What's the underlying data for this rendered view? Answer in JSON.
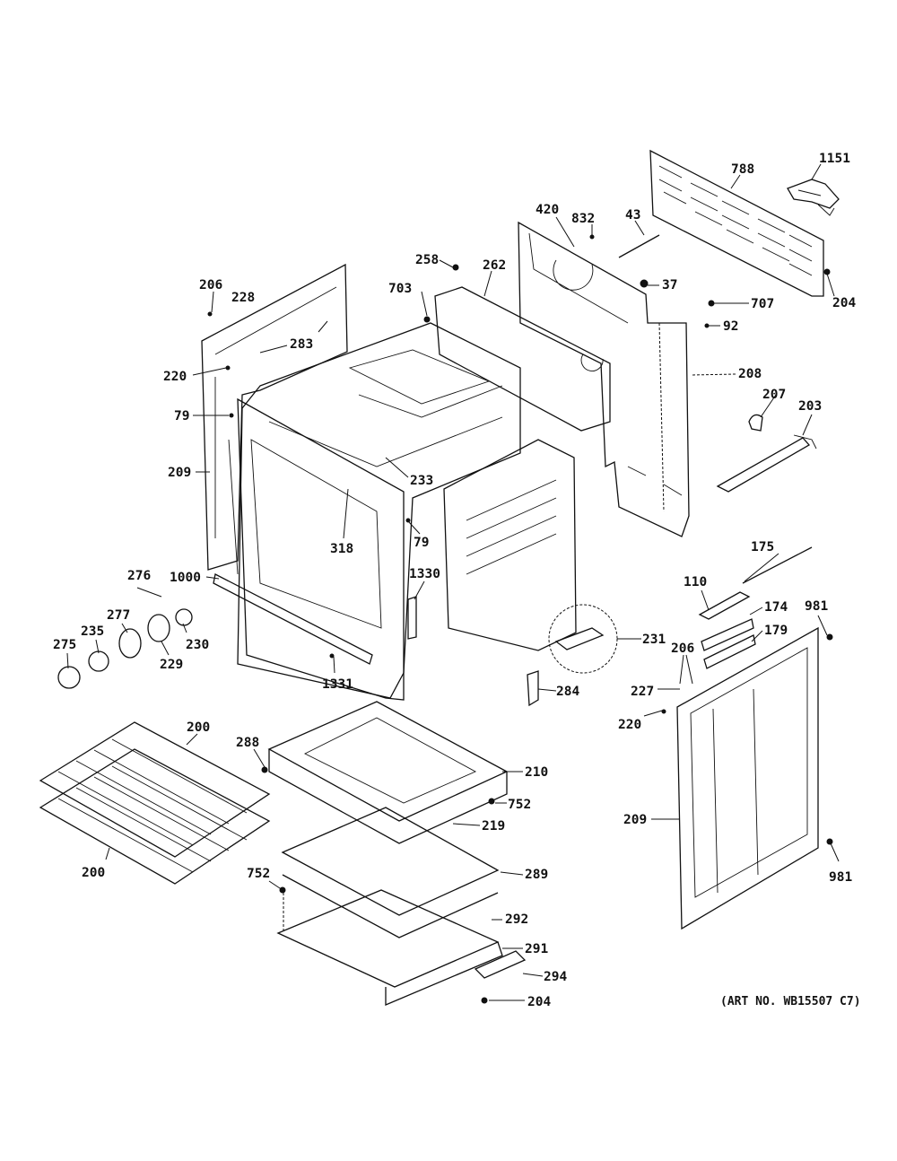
{
  "art_number": "(ART NO. WB15507 C7)",
  "callouts": [
    {
      "id": "c1151",
      "text": "1151"
    },
    {
      "id": "c788",
      "text": "788"
    },
    {
      "id": "c420",
      "text": "420"
    },
    {
      "id": "c832",
      "text": "832"
    },
    {
      "id": "c43",
      "text": "43"
    },
    {
      "id": "c258",
      "text": "258"
    },
    {
      "id": "c262",
      "text": "262"
    },
    {
      "id": "c37",
      "text": "37"
    },
    {
      "id": "c204a",
      "text": "204"
    },
    {
      "id": "c206a",
      "text": "206"
    },
    {
      "id": "c228",
      "text": "228"
    },
    {
      "id": "c703",
      "text": "703"
    },
    {
      "id": "c707",
      "text": "707"
    },
    {
      "id": "c92",
      "text": "92"
    },
    {
      "id": "c283",
      "text": "283"
    },
    {
      "id": "c220a",
      "text": "220"
    },
    {
      "id": "c208",
      "text": "208"
    },
    {
      "id": "c207",
      "text": "207"
    },
    {
      "id": "c203",
      "text": "203"
    },
    {
      "id": "c79a",
      "text": "79"
    },
    {
      "id": "c209a",
      "text": "209"
    },
    {
      "id": "c233",
      "text": "233"
    },
    {
      "id": "c318",
      "text": "318"
    },
    {
      "id": "c79b",
      "text": "79"
    },
    {
      "id": "c175",
      "text": "175"
    },
    {
      "id": "c276",
      "text": "276"
    },
    {
      "id": "c1000",
      "text": "1000"
    },
    {
      "id": "c1330",
      "text": "1330"
    },
    {
      "id": "c110",
      "text": "110"
    },
    {
      "id": "c174",
      "text": "174"
    },
    {
      "id": "c981a",
      "text": "981"
    },
    {
      "id": "c277",
      "text": "277"
    },
    {
      "id": "c235",
      "text": "235"
    },
    {
      "id": "c275",
      "text": "275"
    },
    {
      "id": "c230",
      "text": "230"
    },
    {
      "id": "c229",
      "text": "229"
    },
    {
      "id": "c179",
      "text": "179"
    },
    {
      "id": "c231",
      "text": "231"
    },
    {
      "id": "c206b",
      "text": "206"
    },
    {
      "id": "c1331",
      "text": "1331"
    },
    {
      "id": "c227",
      "text": "227"
    },
    {
      "id": "c284",
      "text": "284"
    },
    {
      "id": "c220b",
      "text": "220"
    },
    {
      "id": "c200a",
      "text": "200"
    },
    {
      "id": "c288",
      "text": "288"
    },
    {
      "id": "c210",
      "text": "210"
    },
    {
      "id": "c752a",
      "text": "752"
    },
    {
      "id": "c209b",
      "text": "209"
    },
    {
      "id": "c219",
      "text": "219"
    },
    {
      "id": "c200b",
      "text": "200"
    },
    {
      "id": "c752b",
      "text": "752"
    },
    {
      "id": "c289",
      "text": "289"
    },
    {
      "id": "c981b",
      "text": "981"
    },
    {
      "id": "c292",
      "text": "292"
    },
    {
      "id": "c291",
      "text": "291"
    },
    {
      "id": "c294",
      "text": "294"
    },
    {
      "id": "c204b",
      "text": "204"
    }
  ]
}
